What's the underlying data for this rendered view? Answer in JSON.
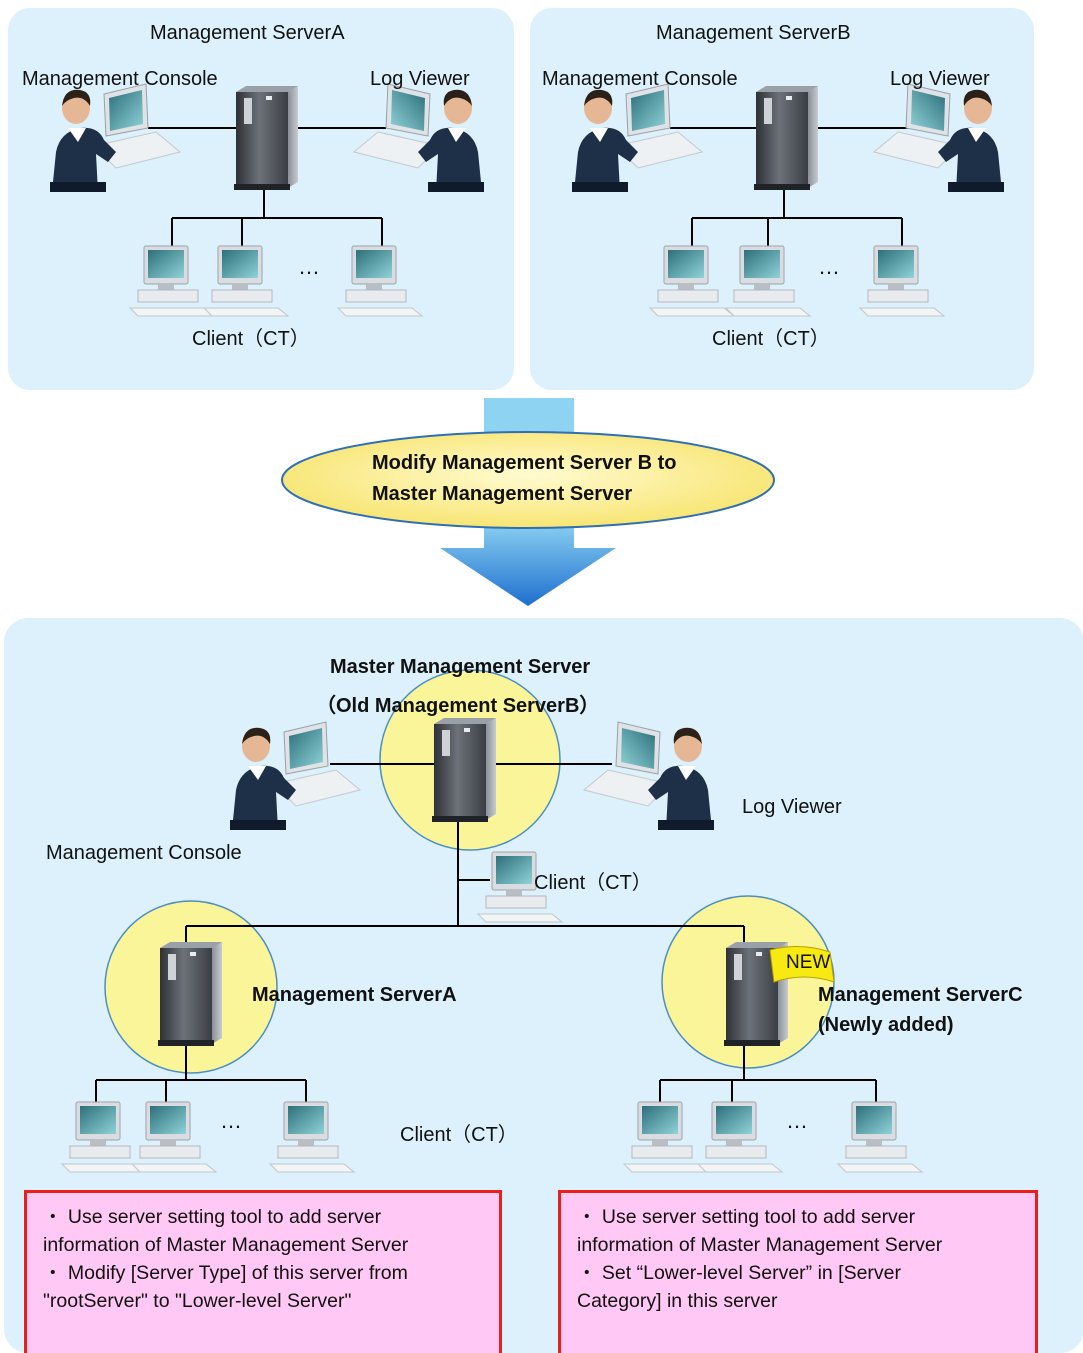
{
  "top_left": {
    "title": "Management ServerA",
    "console_label": "Management Console",
    "viewer_label": "Log Viewer",
    "ellipsis": "…",
    "clients_label": "Client（CT）"
  },
  "top_right": {
    "title": "Management ServerB",
    "console_label": "Management Console",
    "viewer_label": "Log Viewer",
    "ellipsis": "…",
    "clients_label": "Client（CT）"
  },
  "transition": {
    "line1": "Modify Management Server B to",
    "line2": "Master Management  Server"
  },
  "bottom": {
    "master_title": "Master Management  Server",
    "master_subtitle": "（Old Management ServerB）",
    "viewer_label": "Log Viewer",
    "console_label": "Management Console",
    "master_client_label": "Client（CT）",
    "server_a_label": "Management ServerA",
    "server_c_label": "Management ServerC",
    "server_c_sub": "(Newly added)",
    "new_flag": "NEW",
    "ellipsis_left": "…",
    "ellipsis_right": "…",
    "clients_label": "Client（CT）"
  },
  "notes": {
    "left": [
      "・  Use server setting tool to add server",
      "information of Master Management Server",
      "・  Modify [Server Type] of this server from",
      "\"rootServer\" to \"Lower-level Server\""
    ],
    "right": [
      "・  Use server setting tool to add server",
      "information of Master Management Server",
      "・  Set “Lower-level Server” in [Server",
      "Category] in this server"
    ]
  },
  "colors": {
    "panel_bg": "#dcf1fb",
    "highlight_circle": "#fbf59a",
    "note_bg": "#ffc8f5",
    "note_border": "#e8201a",
    "arrow": "#2b84d6",
    "ellipse": "#fdf18c"
  }
}
